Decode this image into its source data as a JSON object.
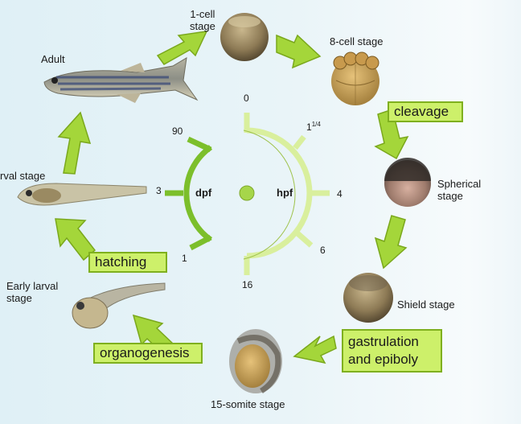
{
  "stages": {
    "one_cell": "1-cell\nstage",
    "eight_cell": "8-cell stage",
    "spherical": "Spherical\nstage",
    "shield": "Shield stage",
    "somite15": "15-somite stage",
    "early_larval": "Early larval\nstage",
    "larval": "rval stage",
    "adult": "Adult"
  },
  "processes": {
    "cleavage": "cleavage",
    "gastrulation": "gastrulation\nand epiboly",
    "organogenesis": "organogenesis",
    "hatching": "hatching"
  },
  "clock": {
    "hpf_label": "hpf",
    "dpf_label": "dpf",
    "hpf_ticks": {
      "t0": "0",
      "t1_base": "1",
      "t1_sup": "1/4",
      "t4": "4",
      "t6": "6",
      "t16": "16"
    },
    "dpf_ticks": {
      "t90": "90",
      "t3": "3",
      "t1": "1"
    }
  },
  "colors": {
    "arrow_fill": "#a4d63a",
    "arrow_stroke": "#7aa81c",
    "box_fill": "#cdf06a",
    "clock_hpf": "#d9ef9d",
    "clock_dpf": "#7cbf2b",
    "background": "#e3f1f6"
  }
}
